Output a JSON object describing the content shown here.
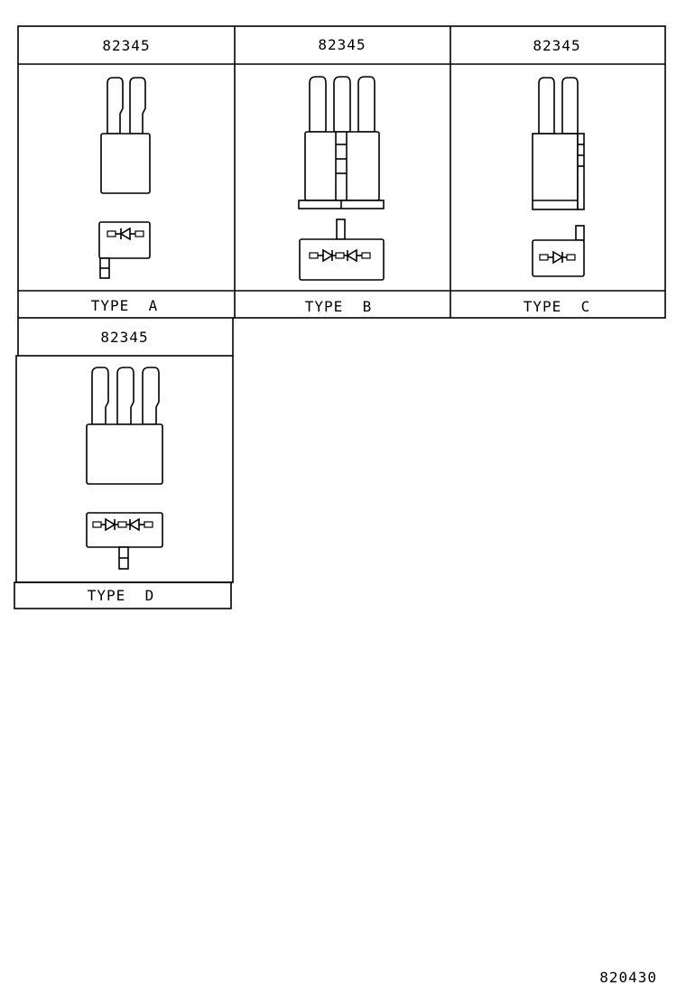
{
  "cells": [
    {
      "part_number": "82345",
      "type_label": "TYPE  A"
    },
    {
      "part_number": "82345",
      "type_label": "TYPE  B"
    },
    {
      "part_number": "82345",
      "type_label": "TYPE  C"
    },
    {
      "part_number": "82345",
      "type_label": "TYPE  D"
    }
  ],
  "drawing_number": "820430"
}
